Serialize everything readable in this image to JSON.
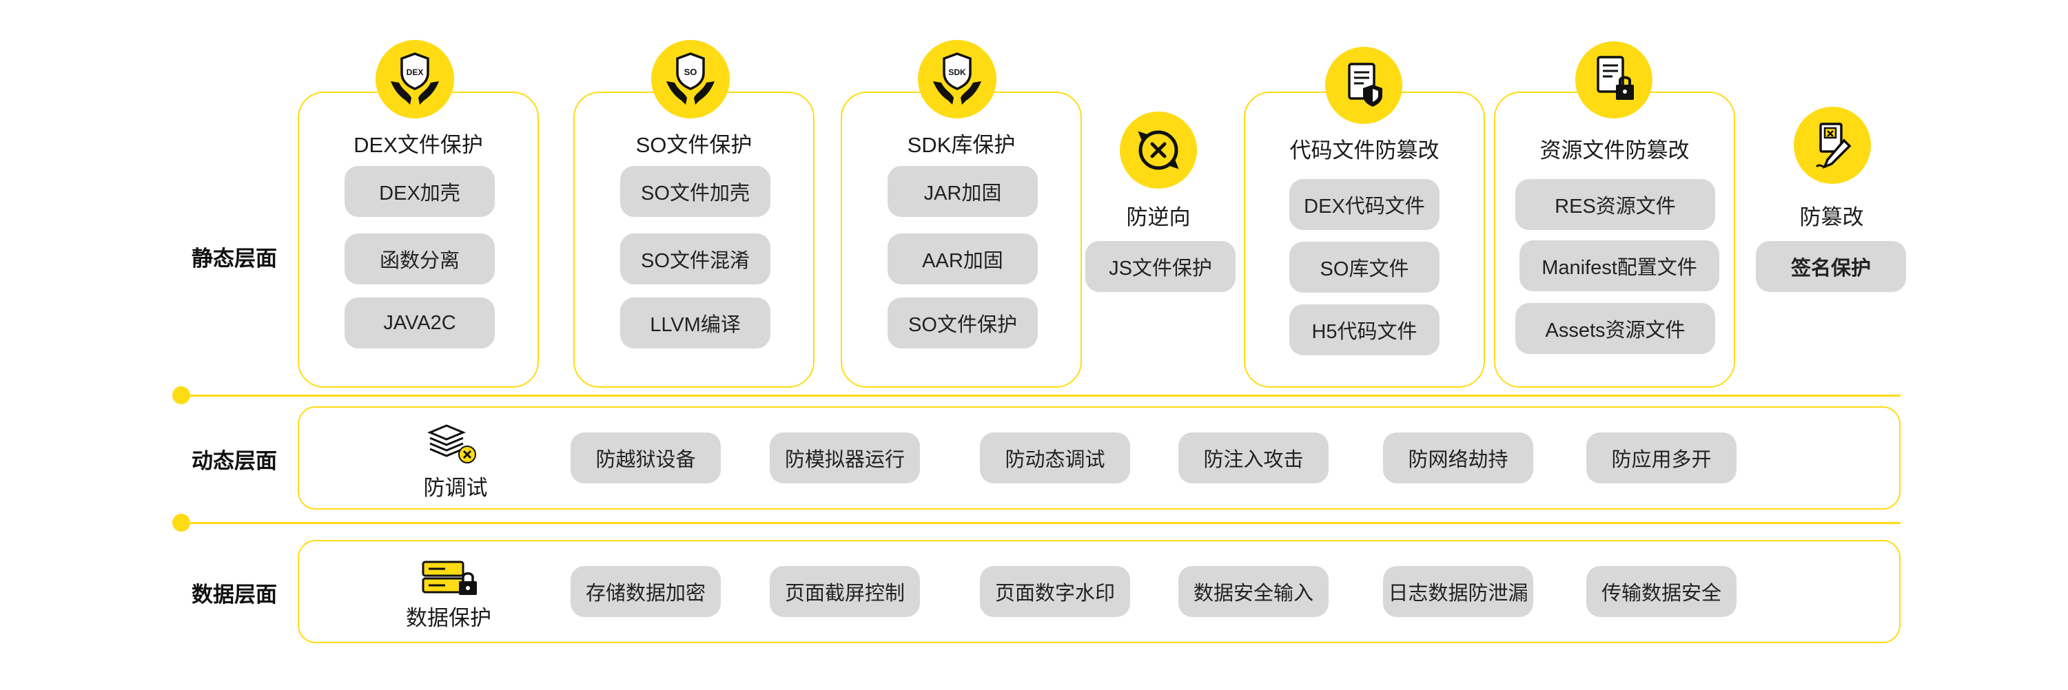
{
  "layers": {
    "static": "静态层面",
    "dynamic": "动态层面",
    "data": "数据层面"
  },
  "static_cards": [
    {
      "title": "DEX文件保护",
      "icon": "dex-shield-hands-icon",
      "items": [
        "DEX加壳",
        "函数分离",
        "JAVA2C"
      ]
    },
    {
      "title": "SO文件保护",
      "icon": "so-shield-hands-icon",
      "items": [
        "SO文件加壳",
        "SO文件混淆",
        "LLVM编译"
      ]
    },
    {
      "title": "SDK库保护",
      "icon": "sdk-shield-hands-icon",
      "items": [
        "JAR加固",
        "AAR加固",
        "SO文件保护"
      ]
    },
    {
      "title": "代码文件防篡改",
      "icon": "document-shield-icon",
      "items": [
        "DEX代码文件",
        "SO库文件",
        "H5代码文件"
      ]
    },
    {
      "title": "资源文件防篡改",
      "icon": "document-lock-icon",
      "items": [
        "RES资源文件",
        "Manifest配置文件",
        "Assets资源文件"
      ]
    }
  ],
  "anti_reverse": {
    "title": "防逆向",
    "icon": "reverse-x-icon",
    "item": "JS文件保护"
  },
  "anti_tamper": {
    "title": "防篡改",
    "icon": "signature-pen-icon",
    "item": "签名保护"
  },
  "dynamic": {
    "icon_label": "防调试",
    "icon": "debug-layers-icon",
    "items": [
      "防越狱设备",
      "防模拟器运行",
      "防动态调试",
      "防注入攻击",
      "防网络劫持",
      "防应用多开"
    ]
  },
  "data_layer": {
    "icon_label": "数据保护",
    "icon": "storage-lock-icon",
    "items": [
      "存储数据加密",
      "页面截屏控制",
      "页面数字水印",
      "数据安全输入",
      "日志数据防泄漏",
      "传输数据安全"
    ]
  },
  "colors": {
    "accent": "#ffdb14",
    "pill": "#d8d8d8"
  }
}
